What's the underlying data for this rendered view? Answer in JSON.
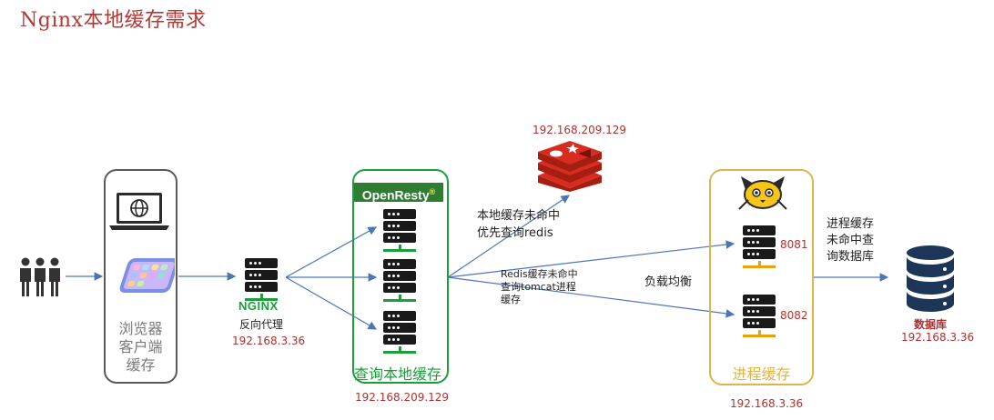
{
  "title": "Nginx本地缓存需求",
  "client": {
    "label_lines": [
      "浏览器",
      "客户端",
      "缓存"
    ]
  },
  "nginx": {
    "logo_text": "NGINX",
    "label": "反向代理",
    "ip": "192.168.3.36"
  },
  "openresty": {
    "logo_text": "OpenResty",
    "reg_mark": "®",
    "caption": "查询本地缓存",
    "ip": "192.168.209.129"
  },
  "redis": {
    "ip": "192.168.209.129"
  },
  "edges": {
    "to_redis_lines": [
      "本地缓存未命中",
      "优先查询redis"
    ],
    "to_tomcat_lines": [
      "Redis缓存未命中",
      "查询tomcat进程",
      "缓存"
    ],
    "load_balance": "负载均衡",
    "to_db_lines": [
      "进程缓存",
      "未命中查",
      "询数据库"
    ]
  },
  "tomcat": {
    "ports": [
      "8081",
      "8082"
    ],
    "caption": "进程缓存",
    "ip": "192.168.3.36"
  },
  "database": {
    "label": "数据库",
    "ip": "192.168.3.36"
  },
  "colors": {
    "title": "#b23a35",
    "ip": "#b03030",
    "arrow": "#4a76b8",
    "openresty_green": "#1e9d3c",
    "tomcat_gold": "#e0b44a",
    "client_gray": "#595959",
    "redis_red": "#d22e22",
    "db_navy": "#1d3557"
  }
}
